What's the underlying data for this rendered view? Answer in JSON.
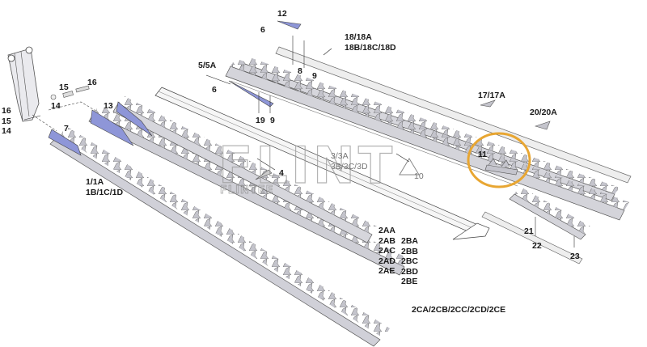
{
  "diagram": {
    "type": "exploded-parts-diagram",
    "subject": "mower cutter bar knife sections and guards",
    "highlight_color": "#e8a632",
    "part_color_blue": "#8e96d8",
    "part_color_grey": "#bfbfc6",
    "watermark": {
      "main": "FLINT",
      "sub": "FLINTEE"
    },
    "callouts": [
      {
        "id": "c12",
        "label": "12"
      },
      {
        "id": "c6a",
        "label": "6"
      },
      {
        "id": "c18",
        "label": "18/18A\n18B/18C/18D"
      },
      {
        "id": "c8",
        "label": "8"
      },
      {
        "id": "c9a",
        "label": "9"
      },
      {
        "id": "c5",
        "label": "5/5A"
      },
      {
        "id": "c6b",
        "label": "6"
      },
      {
        "id": "c19",
        "label": "19"
      },
      {
        "id": "c9b",
        "label": "9"
      },
      {
        "id": "c15a",
        "label": "15"
      },
      {
        "id": "c16a",
        "label": "16"
      },
      {
        "id": "c14a",
        "label": "14"
      },
      {
        "id": "c161514",
        "label": "16\n15\n14"
      },
      {
        "id": "c13",
        "label": "13"
      },
      {
        "id": "c7",
        "label": "7"
      },
      {
        "id": "c17",
        "label": "17/17A"
      },
      {
        "id": "c20",
        "label": "20/20A"
      },
      {
        "id": "c11",
        "label": "11"
      },
      {
        "id": "c3",
        "label": "3/3A\n3B/3C/3D"
      },
      {
        "id": "c4",
        "label": "4"
      },
      {
        "id": "c10",
        "label": "10"
      },
      {
        "id": "c1",
        "label": "1/1A\n1B/1C/1D"
      },
      {
        "id": "c2a",
        "label": "2AA\n2AB\n2AC\n2AD\n2AE"
      },
      {
        "id": "c2b",
        "label": "2BA\n2BB\n2BC\n2BD\n2BE"
      },
      {
        "id": "c2c",
        "label": "2CA/2CB/2CC/2CD/2CE"
      },
      {
        "id": "c21",
        "label": "21"
      },
      {
        "id": "c22",
        "label": "22"
      },
      {
        "id": "c23",
        "label": "23"
      }
    ],
    "highlighted_part": "11"
  }
}
